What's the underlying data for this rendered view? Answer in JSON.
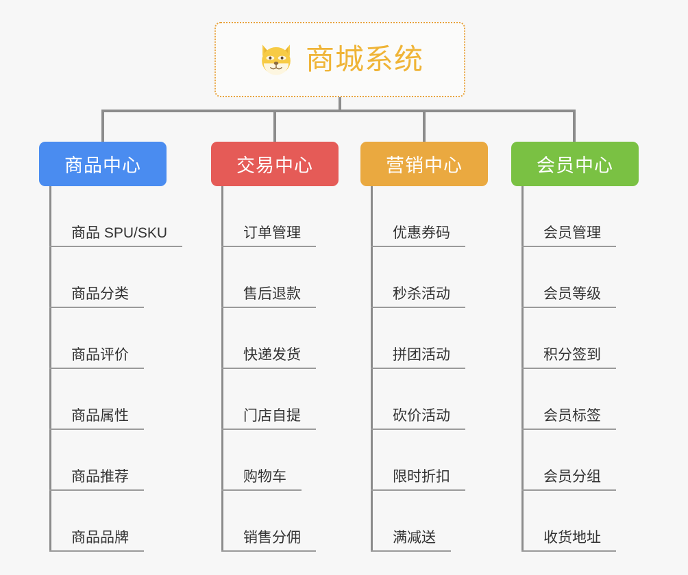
{
  "diagram": {
    "type": "mindmap-tree",
    "background_color": "#f7f7f7",
    "root": {
      "title": "商城系统",
      "icon": "shiba-dog-emoji",
      "text_color": "#efb437",
      "border_color": "#e8a33d",
      "border_style": "dotted"
    },
    "connector_color": "#8c8c8c",
    "leaf_text_color": "#333333",
    "leaf_underline_color": "#9a9a9a",
    "branches": [
      {
        "label": "商品中心",
        "color": "#4a8cf0",
        "items": [
          "商品 SPU/SKU",
          "商品分类",
          "商品评价",
          "商品属性",
          "商品推荐",
          "商品品牌"
        ]
      },
      {
        "label": "交易中心",
        "color": "#e55b57",
        "items": [
          "订单管理",
          "售后退款",
          "快递发货",
          "门店自提",
          "购物车",
          "销售分佣"
        ]
      },
      {
        "label": "营销中心",
        "color": "#eaa940",
        "items": [
          "优惠券码",
          "秒杀活动",
          "拼团活动",
          "砍价活动",
          "限时折扣",
          "满减送"
        ]
      },
      {
        "label": "会员中心",
        "color": "#7ac143",
        "items": [
          "会员管理",
          "会员等级",
          "积分签到",
          "会员标签",
          "会员分组",
          "收货地址"
        ]
      }
    ]
  }
}
